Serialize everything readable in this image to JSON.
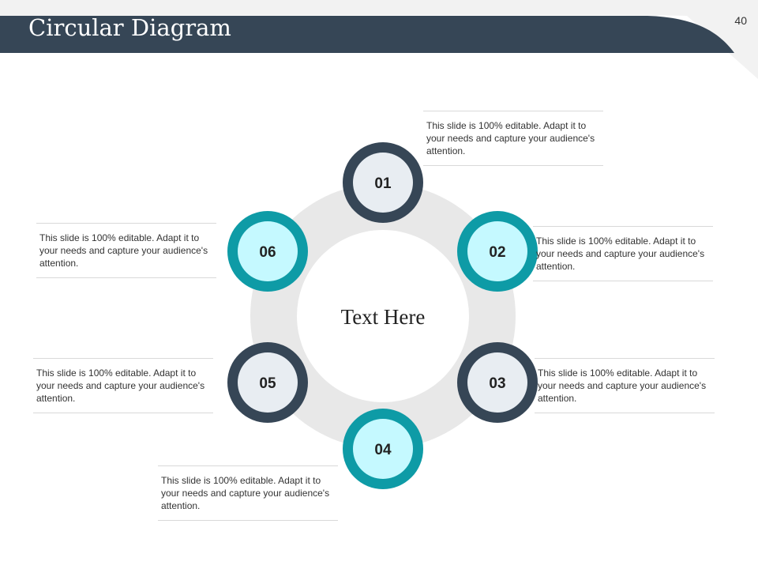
{
  "header": {
    "title": "Circular Diagram",
    "slide_number": "40"
  },
  "colors": {
    "header_bg": "#364656",
    "teal": "#0E9BA6",
    "dark": "#364656",
    "light_blue_fill": "#C5F9FF",
    "gray_fill": "#E8EDF2",
    "ring": "#E8E8E8"
  },
  "diagram": {
    "center_text": "Text Here",
    "nodes": [
      {
        "label": "01",
        "style": "dark",
        "description": "This slide is 100% editable. Adapt it to your needs and capture your audience's attention."
      },
      {
        "label": "02",
        "style": "teal",
        "description": "This slide is 100% editable. Adapt it to your needs and capture your audience's attention."
      },
      {
        "label": "03",
        "style": "dark",
        "description": "This slide is 100% editable. Adapt it to your needs and capture your audience's attention."
      },
      {
        "label": "04",
        "style": "teal",
        "description": "This slide is 100% editable. Adapt it to your needs and capture your audience's attention."
      },
      {
        "label": "05",
        "style": "dark",
        "description": "This slide is 100% editable. Adapt it to your needs and capture your audience's attention."
      },
      {
        "label": "06",
        "style": "teal",
        "description": "This slide is 100% editable. Adapt it to your needs and capture your audience's attention."
      }
    ]
  }
}
